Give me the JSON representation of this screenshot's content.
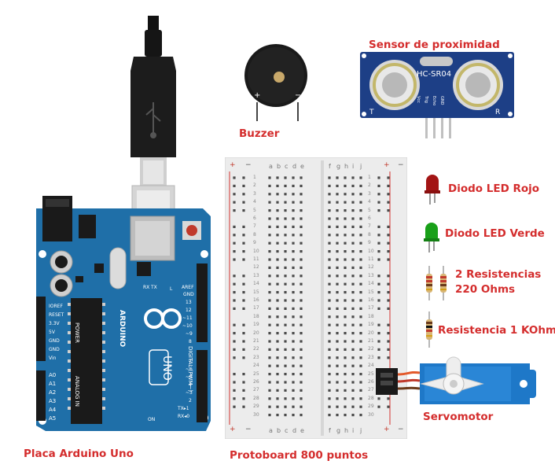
{
  "labels": {
    "arduino": "Placa Arduino Uno",
    "protoboard": "Protoboard 800 puntos",
    "buzzer": "Buzzer",
    "sensor": "Sensor de proximidad",
    "led_red": "Diodo LED Rojo",
    "led_green": "Diodo LED Verde",
    "resistors_220_line1": "2 Resistencias",
    "resistors_220_line2": "220 Ohms",
    "resistor_1k": "Resistencia 1 KOhm",
    "servo": "Servomotor"
  },
  "sensor_board": {
    "model": "HC-SR04",
    "pins": [
      "Vcc",
      "Trig",
      "Echo",
      "GND"
    ],
    "corner_left": "T",
    "corner_right": "R"
  },
  "buzzer": {
    "plus": "+",
    "minus": "−"
  },
  "arduino_board": {
    "brand": "ARDUINO",
    "model": "UNO",
    "digital_label": "DIGITAL (PWM~)",
    "analog_label": "ANALOG IN",
    "power_label": "POWER",
    "aref": "AREF",
    "gnd": "GND",
    "on": "ON",
    "l": "L",
    "tx": "TX",
    "rx": "RX",
    "digital_pins": [
      "13",
      "12",
      "~11",
      "~10",
      "~9",
      "8",
      "7",
      "~6",
      "~5",
      "4",
      "~3",
      "2",
      "TX▸1",
      "RX◂0"
    ],
    "power_pins": [
      "IOREF",
      "RESET",
      "3.3V",
      "5V",
      "GND",
      "GND",
      "Vin"
    ],
    "analog_pins": [
      "A0",
      "A1",
      "A2",
      "A3",
      "A4",
      "A5"
    ]
  },
  "breadboard": {
    "left_letters": [
      "a",
      "b",
      "c",
      "d",
      "e"
    ],
    "right_letters": [
      "f",
      "g",
      "h",
      "i",
      "j"
    ],
    "rail_plus": "+",
    "rail_minus": "−",
    "rows": 30
  },
  "colors": {
    "label_red": "#d42d2d",
    "arduino_blue": "#1f6fa8",
    "sensor_blue": "#1d3f86",
    "breadboard_bg": "#ececec",
    "rail_red": "#d9534f",
    "led_red": "#a31515",
    "led_green": "#19a019",
    "servo_blue": "#1e78c8"
  }
}
